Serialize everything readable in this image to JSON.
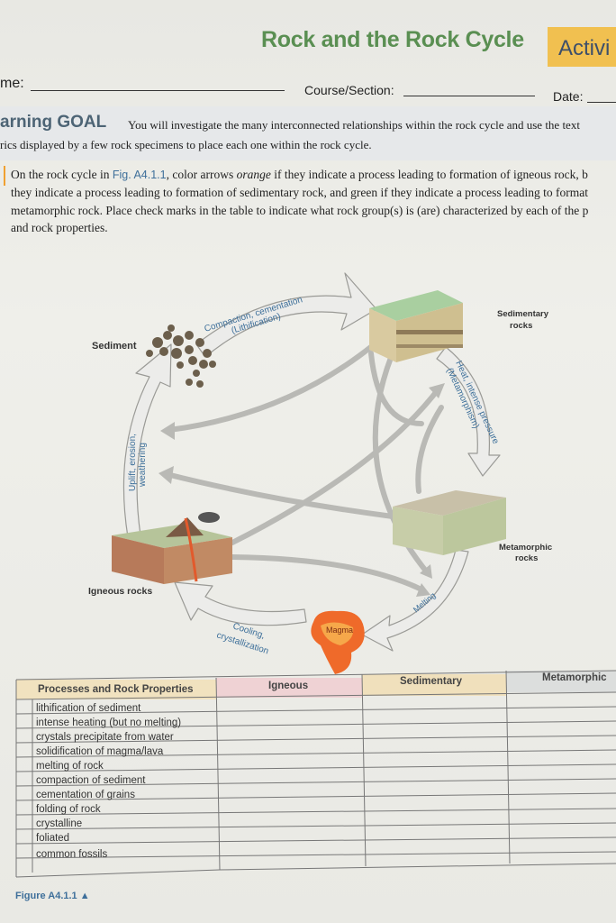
{
  "header": {
    "title": "Rock and the Rock Cycle",
    "activity_tab": "Activi"
  },
  "fields": {
    "name_label": "me:",
    "course_label": "Course/Section:",
    "date_label": "Date:"
  },
  "goal": {
    "heading": "arning GOAL",
    "line1": "You will investigate the many interconnected relationships within the rock cycle and use the text",
    "line2": "rics displayed by a few rock specimens to place each one within the rock cycle."
  },
  "instructions": {
    "line1_a": "On the rock cycle in ",
    "fig_ref": "Fig. A4.1.1",
    "line1_b": ", color arrows ",
    "orange_word": "orange",
    "line1_c": " if they indicate a process leading to formation of igneous rock, b",
    "line2": "they indicate a process leading to formation of sedimentary rock, and green if they indicate a process leading to format",
    "line3": "metamorphic rock. Place check marks in the table to indicate what rock group(s) is (are) characterized by each of the p",
    "line4": "and rock properties.",
    "accent_color": "#f0a030"
  },
  "diagram": {
    "sediment_label": "Sediment",
    "sedimentary_label_1": "Sedimentary",
    "sedimentary_label_2": "rocks",
    "metamorphic_label_1": "Metamorphic",
    "metamorphic_label_2": "rocks",
    "igneous_label": "Igneous rocks",
    "magma_label": "Magma",
    "process_compaction_1": "Compaction, cementation",
    "process_compaction_2": "(Lithification)",
    "process_heat_1": "Heat, intense pressure",
    "process_heat_2": "(Metamorphism)",
    "process_melting": "Melting",
    "process_cooling_1": "Cooling,",
    "process_cooling_2": "crystallization",
    "process_uplift_1": "Uplift, erosion,",
    "process_uplift_2": "weathering"
  },
  "table": {
    "header": "Processes and Rock Properties",
    "columns": [
      "Igneous",
      "Sedimentary",
      "Metamorphic"
    ],
    "rows": [
      "lithification of sediment",
      "intense heating (but no melting)",
      "crystals precipitate from water",
      "solidification of magma/lava",
      "melting of rock",
      "compaction of sediment",
      "cementation of grains",
      "folding of rock",
      "crystalline",
      "foliated",
      "common fossils"
    ]
  },
  "figure_caption": "Figure A4.1.1 ▲"
}
